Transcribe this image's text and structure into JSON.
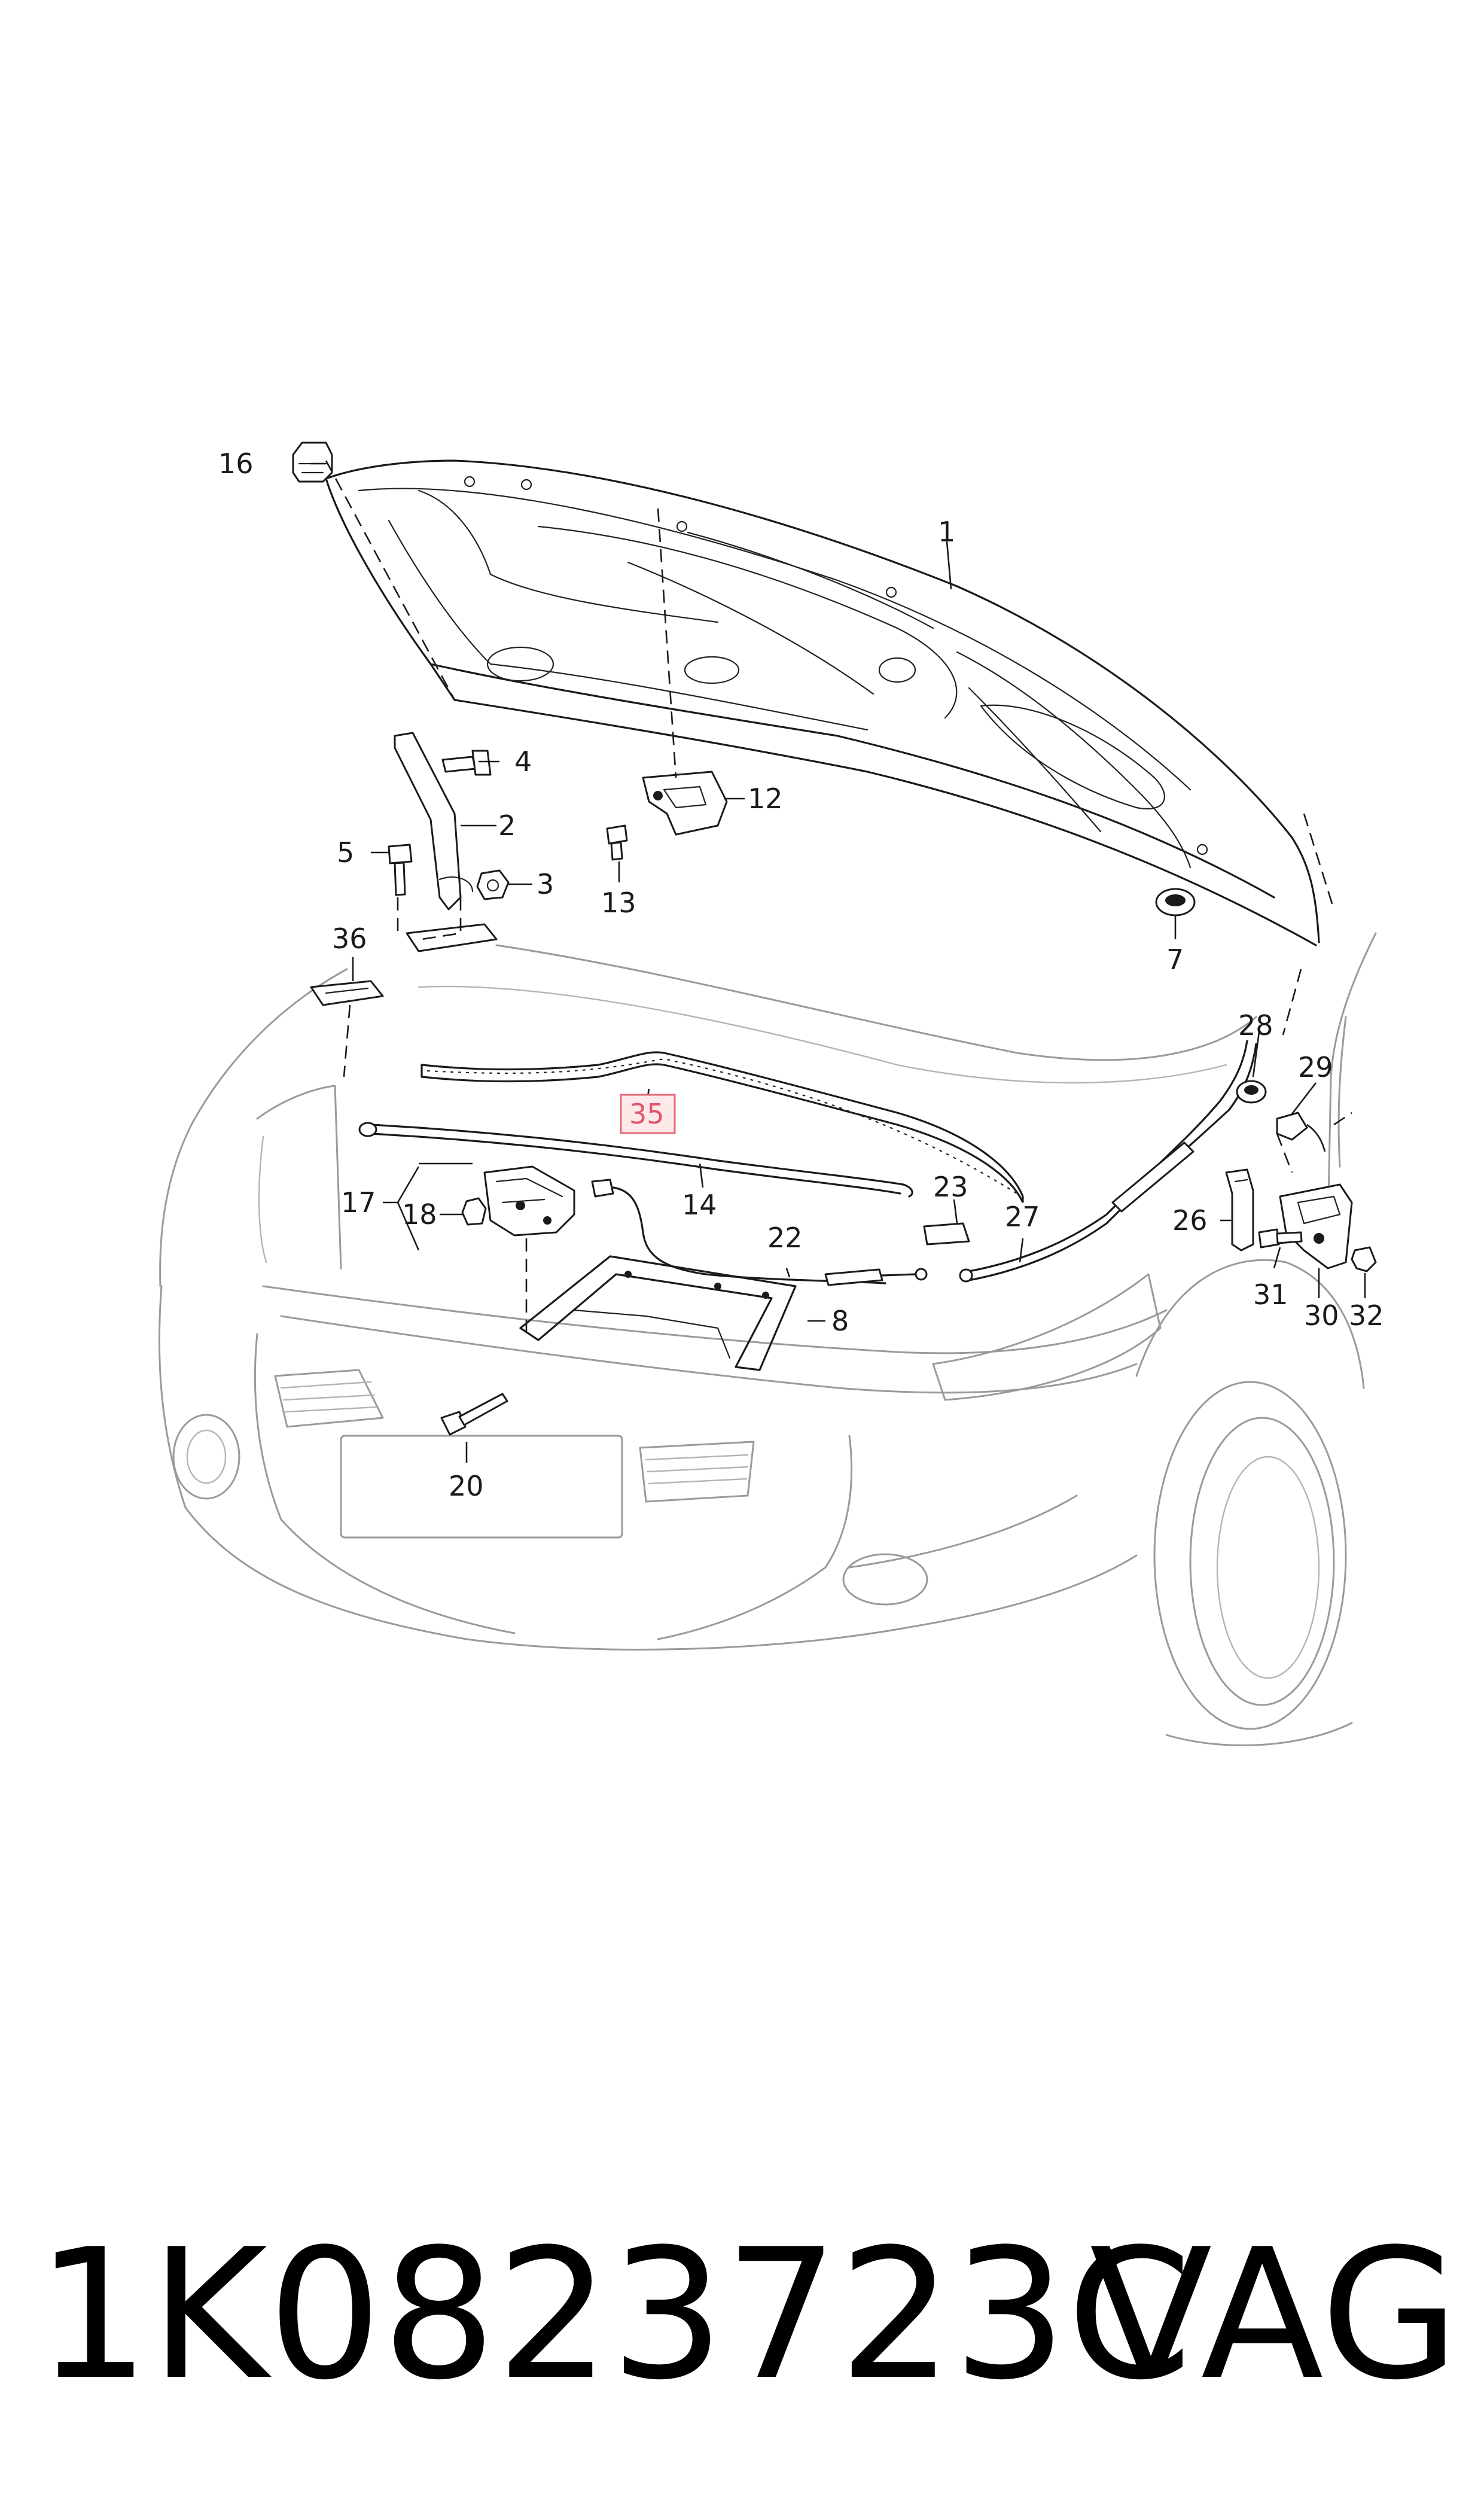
{
  "diagram": {
    "callouts": {
      "c1": "1",
      "c2": "2",
      "c3": "3",
      "c4": "4",
      "c5": "5",
      "c7": "7",
      "c8": "8",
      "c12": "12",
      "c13": "13",
      "c14": "14",
      "c16": "16",
      "c17": "17",
      "c18": "18",
      "c20": "20",
      "c22": "22",
      "c23": "23",
      "c26": "26",
      "c27": "27",
      "c28": "28",
      "c29": "29",
      "c30": "30",
      "c31": "31",
      "c32": "32",
      "c35": "35",
      "c36": "36"
    },
    "highlighted_callout": "35",
    "highlight_color": "#e0566a"
  },
  "footer": {
    "part_number": "1K0823723C",
    "brand": "VAG"
  }
}
